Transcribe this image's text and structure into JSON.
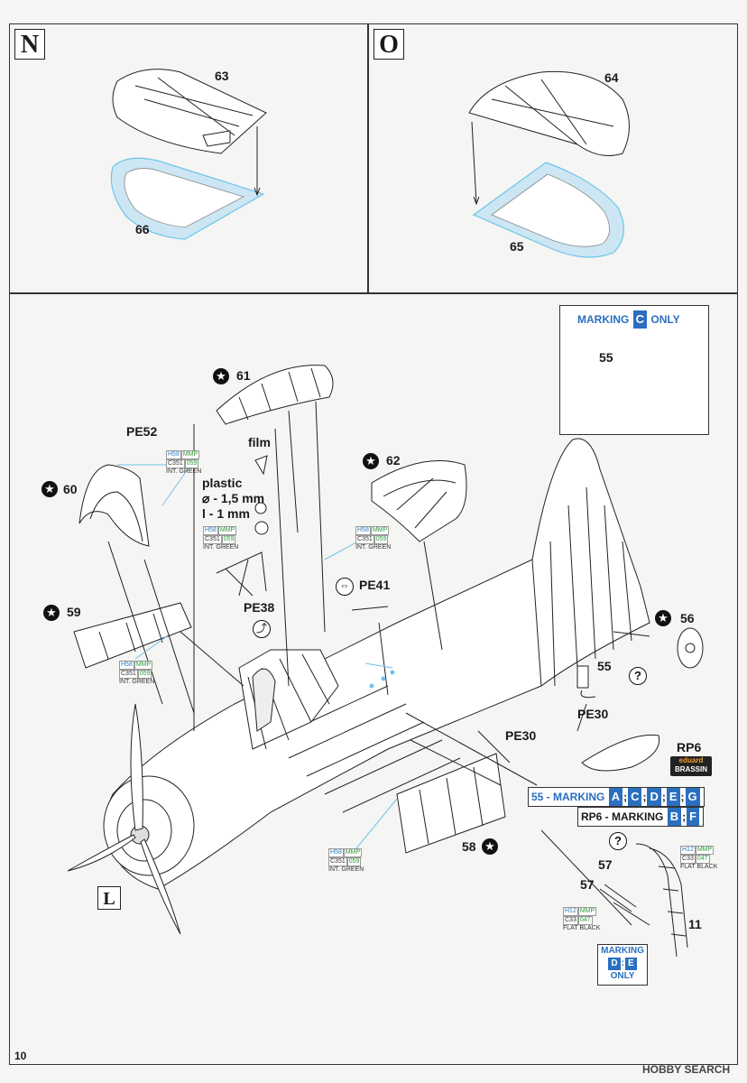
{
  "page": {
    "number": "10"
  },
  "steps": {
    "n": {
      "label": "N",
      "parts": {
        "top": "63",
        "bottom": "66"
      }
    },
    "o": {
      "label": "O",
      "parts": {
        "top": "64",
        "bottom": "65"
      }
    },
    "l": {
      "label": "L"
    }
  },
  "parts": {
    "p61": "61",
    "p60": "60",
    "p62": "62",
    "p59": "59",
    "p58": "58",
    "p56": "56",
    "p55a": "55",
    "p55b": "55",
    "p57a": "57",
    "p57b": "57",
    "p11": "11",
    "pe52": "PE52",
    "pe41": "PE41",
    "pe38": "PE38",
    "pe30a": "PE30",
    "pe30b": "PE30",
    "rp6": "RP6",
    "question": "?"
  },
  "notes": {
    "film": "film",
    "plastic": "plastic",
    "diameter": "⌀ - 1,5 mm",
    "length": "l - 1 mm"
  },
  "paint_codes": {
    "int_green": {
      "h": "H58",
      "m": "MMP",
      "c": "C351",
      "mnum": "059",
      "name": "INT. GREEN"
    },
    "flat_black": {
      "h": "H12",
      "m": "MMP",
      "c": "C33",
      "mnum": "047",
      "name": "FLAT BLACK"
    }
  },
  "markings": {
    "c_only": {
      "prefix": "MARKING",
      "letter": "C",
      "suffix": "ONLY"
    },
    "p55": {
      "prefix": "55 - MARKING",
      "letters": [
        "A",
        "C",
        "D",
        "E",
        "G"
      ]
    },
    "rp6": {
      "prefix": "RP6 - MARKING",
      "letters": [
        "B",
        "F"
      ]
    },
    "de_only": {
      "line1": "MARKING",
      "letters": [
        "D",
        "E"
      ],
      "line3": "ONLY"
    }
  },
  "brand": {
    "line1": "eduard",
    "line2": "BRASSIN"
  },
  "watermark": "HOBBY SEARCH",
  "colors": {
    "blue_fill": "#cce6f4",
    "blue_outline": "#6ec4ea",
    "accent": "#2a6fc0",
    "red": "#d83030"
  }
}
